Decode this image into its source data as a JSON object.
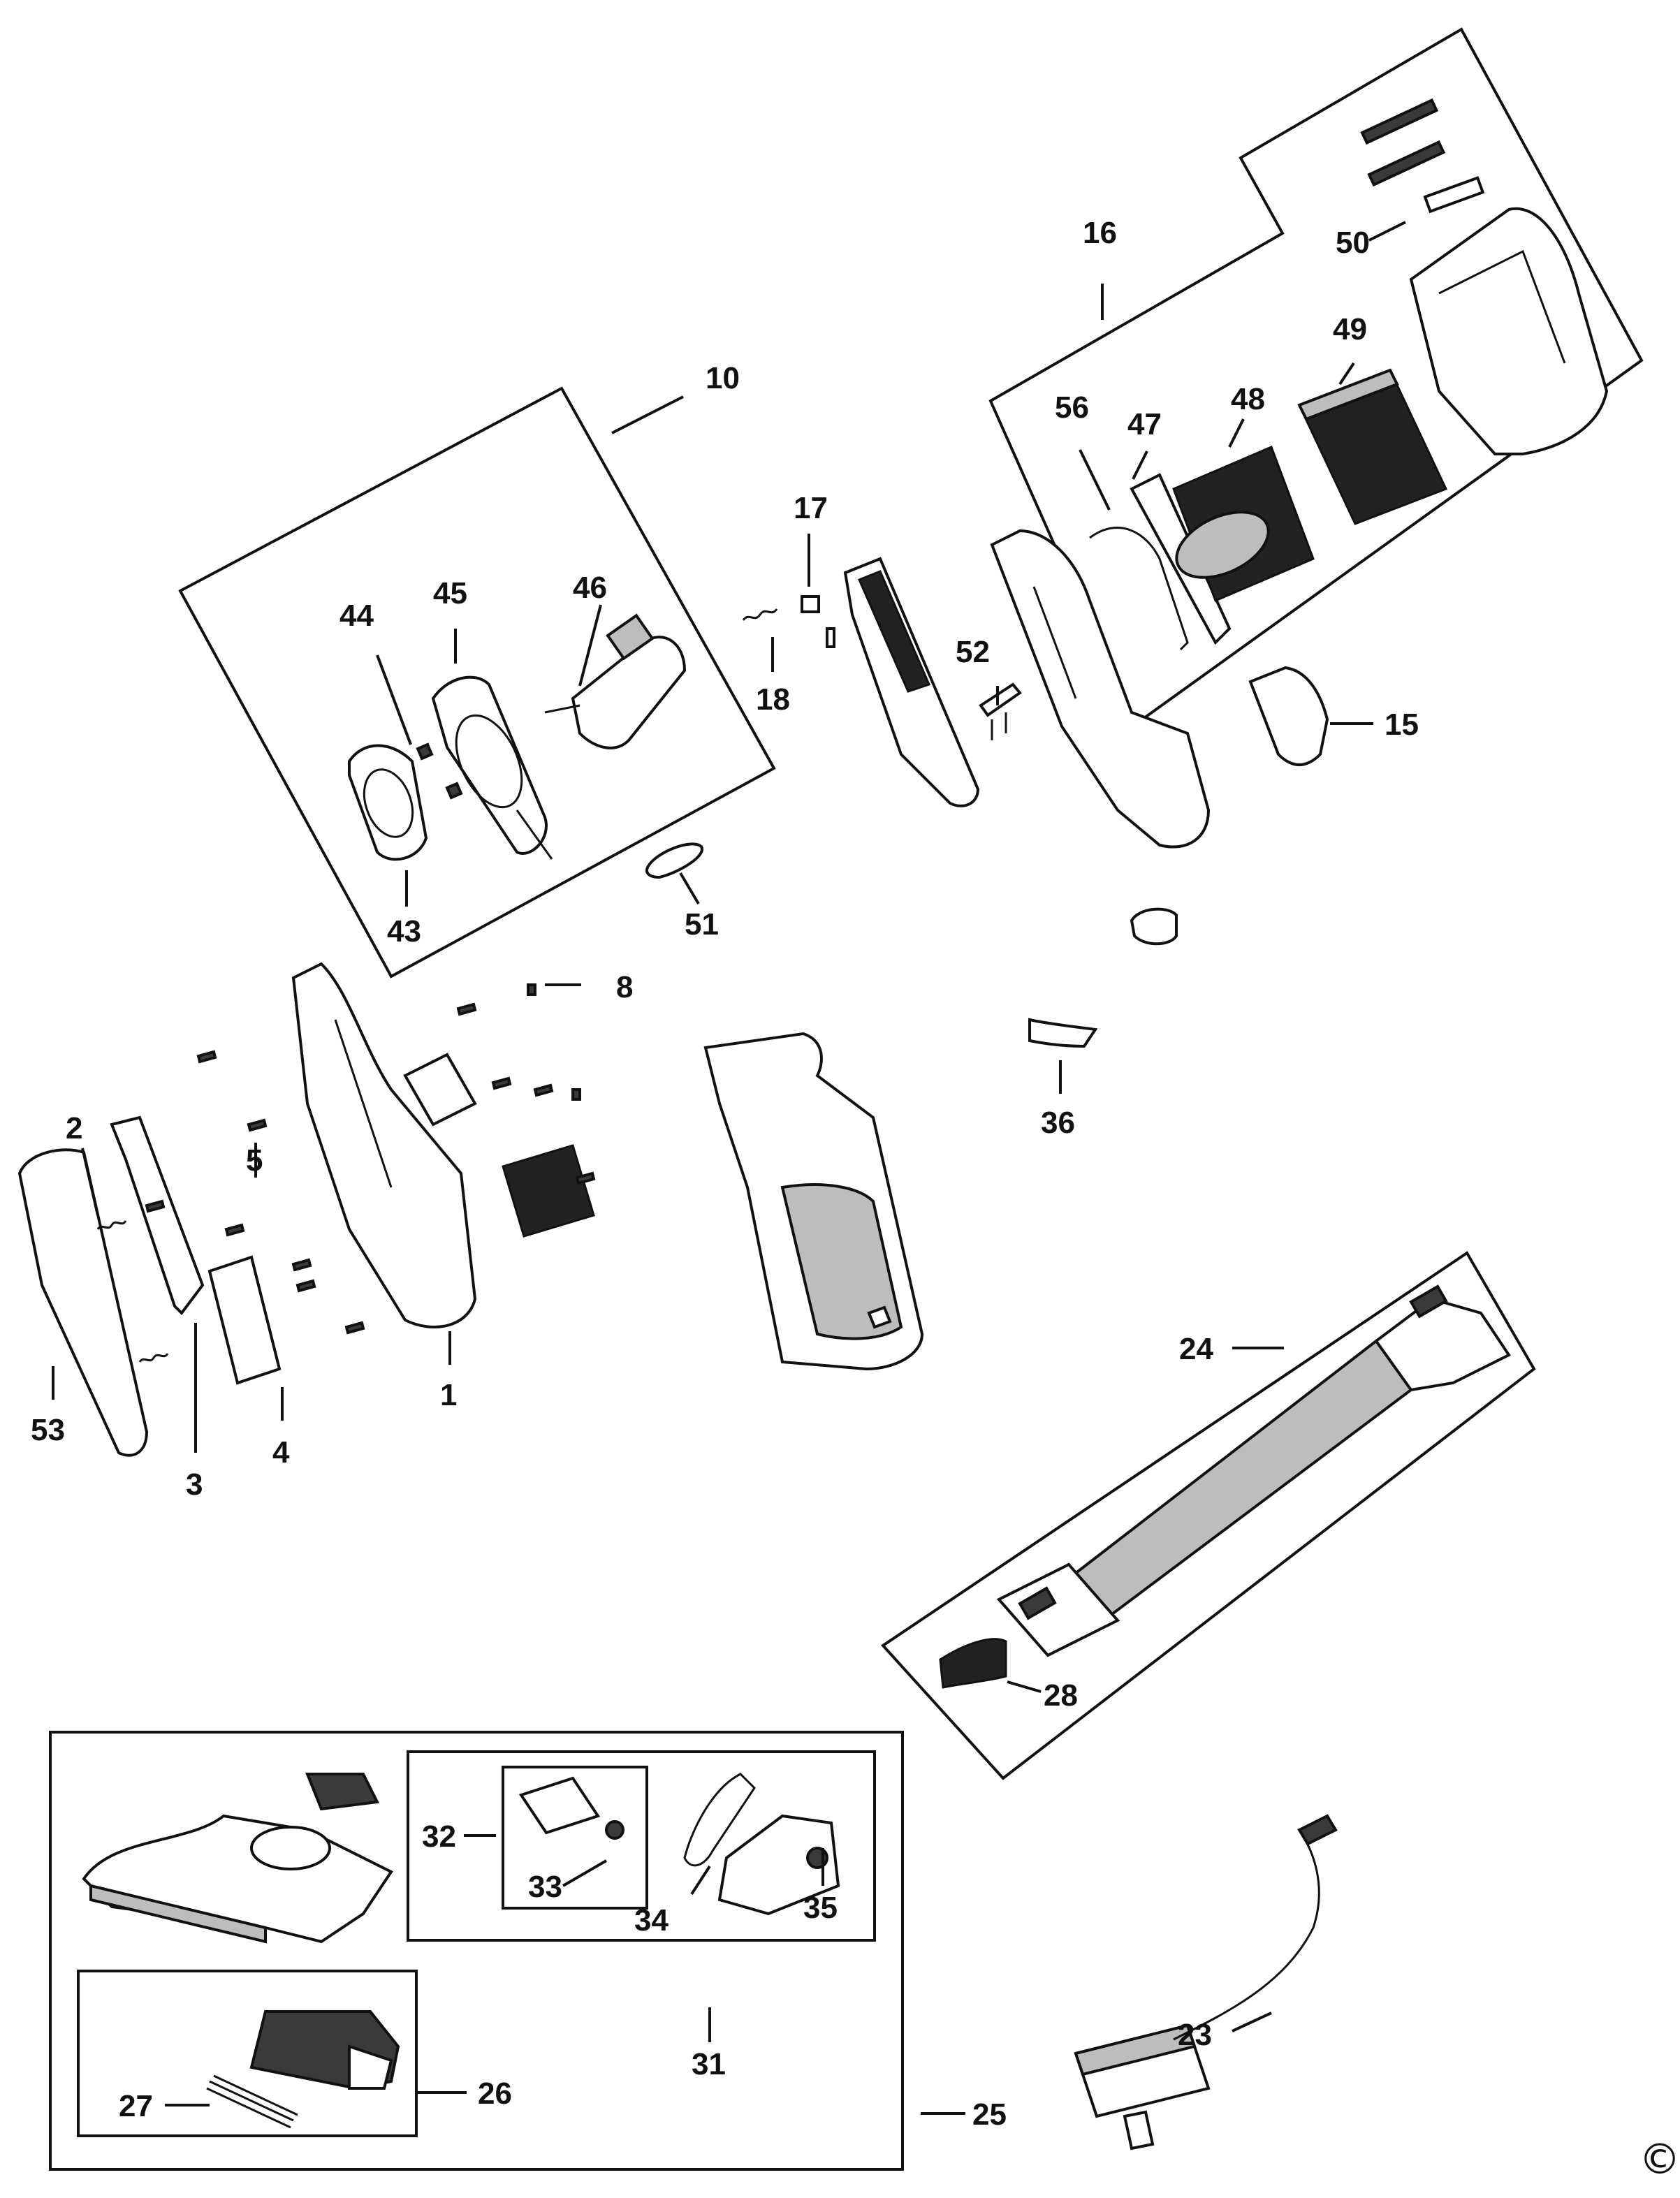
{
  "callouts": {
    "c1": "1",
    "c2": "2",
    "c3": "3",
    "c4": "4",
    "c5": "5",
    "c8": "8",
    "c10": "10",
    "c15": "15",
    "c16": "16",
    "c17": "17",
    "c18": "18",
    "c23": "23",
    "c24": "24",
    "c25": "25",
    "c26": "26",
    "c27": "27",
    "c28": "28",
    "c31": "31",
    "c32": "32",
    "c33": "33",
    "c34": "34",
    "c35": "35",
    "c36": "36",
    "c43": "43",
    "c44": "44",
    "c45": "45",
    "c46": "46",
    "c47": "47",
    "c48": "48",
    "c49": "49",
    "c50": "50",
    "c51": "51",
    "c52": "52",
    "c53": "53",
    "c56": "56"
  },
  "copyright_mark": "©"
}
